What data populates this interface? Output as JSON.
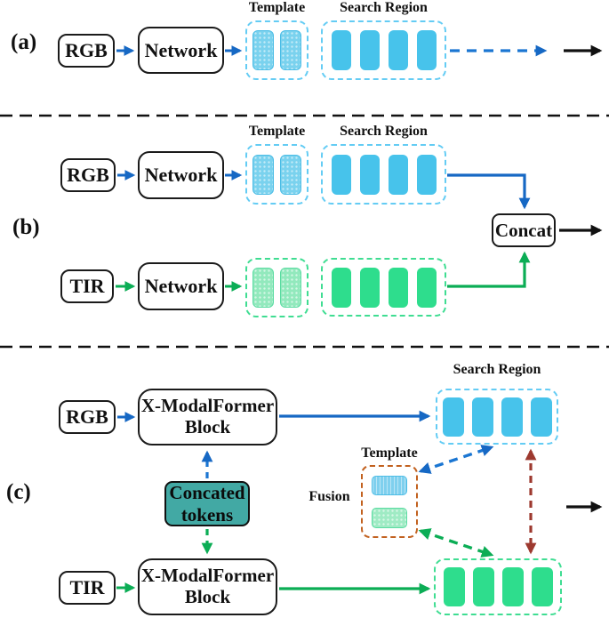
{
  "figure": {
    "section_a": {
      "label": "(a)",
      "rgb_box": "RGB",
      "network_box": "Network",
      "template_label": "Template",
      "search_label": "Search Region",
      "template_token_count": 2,
      "search_token_count": 4
    },
    "section_b": {
      "label": "(b)",
      "rgb_box": "RGB",
      "network_rgb_box": "Network",
      "tir_box": "TIR",
      "network_tir_box": "Network",
      "template_label": "Template",
      "search_label": "Search Region",
      "concat_box": "Concat",
      "template_token_count": 2,
      "search_token_count": 4
    },
    "section_c": {
      "label": "(c)",
      "rgb_box": "RGB",
      "tir_box": "TIR",
      "rgb_block_line1": "X-ModalFormer",
      "rgb_block_line2": "Block",
      "tir_block_line1": "X-ModalFormer",
      "tir_block_line2": "Block",
      "concated_tokens_line1": "Concated",
      "concated_tokens_line2": "tokens",
      "search_label": "Search Region",
      "template_label": "Template",
      "fusion_label": "Fusion",
      "search_token_count": 4,
      "fusion_token_count": 2
    },
    "colors": {
      "rgb_arrow": "#1668c4",
      "tir_arrow": "#0bad55",
      "blue_token": "#47c3eb",
      "blue_token_light": "#7ad2ee",
      "green_token": "#2edd8d",
      "green_token_light": "#92e9bd",
      "blue_dashed_border": "#64ccf4",
      "green_dashed_border": "#3fdd92",
      "concated_tokens_fill": "#42a9a4",
      "fusion_box_border": "#c2611f",
      "cross_modal_arrow": "#9d392f",
      "outline_black": "#111111"
    }
  }
}
